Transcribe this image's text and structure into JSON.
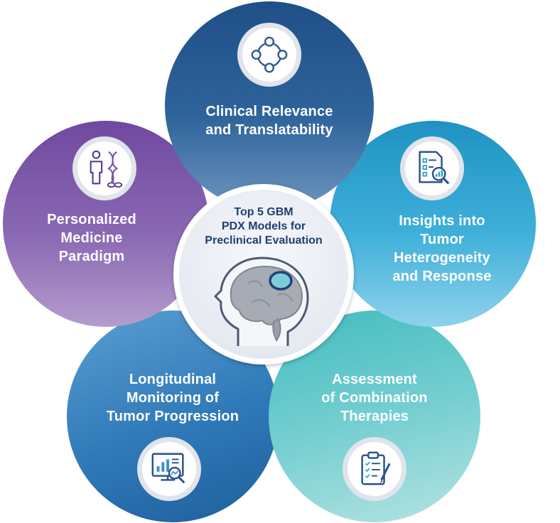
{
  "center": {
    "title_lines": [
      "Top 5 GBM",
      "PDX Models for",
      "Preclinical Evaluation"
    ],
    "icon": "brain-head-icon"
  },
  "petals": [
    {
      "id": "clinical",
      "lines": [
        "Clinical Relevance",
        "and Translatability"
      ],
      "icon": "circle-nodes-icon",
      "color": "#2e5e91"
    },
    {
      "id": "insights",
      "lines": [
        "Insights into",
        "Tumor",
        "Heterogeneity",
        "and Response"
      ],
      "icon": "document-analysis-icon",
      "color": "#2a9fc8"
    },
    {
      "id": "combination",
      "lines": [
        "Assessment",
        "of Combination",
        "Therapies"
      ],
      "icon": "clipboard-checklist-icon",
      "color": "#3fb5bd"
    },
    {
      "id": "longitudinal",
      "lines": [
        "Longitudinal",
        "Monitoring of",
        "Tumor Progression"
      ],
      "icon": "monitor-chart-icon",
      "color": "#2a73b5"
    },
    {
      "id": "personalized",
      "lines": [
        "Personalized",
        "Medicine",
        "Paradigm"
      ],
      "icon": "person-dna-icon",
      "color": "#7a55a6"
    }
  ]
}
